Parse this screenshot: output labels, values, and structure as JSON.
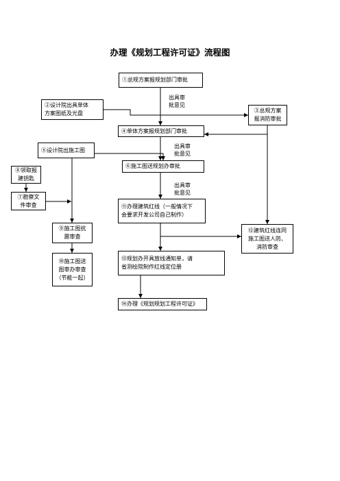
{
  "title": "办理《规划工程许可证》流程图",
  "nodes": {
    "n1": "①总规方案报规划部门审批",
    "n2": "②设计院出具单体\n方案图纸及光盘",
    "n3": "③总规方案\n报消防审批",
    "n4": "④单体方案报规划部门审批",
    "n5": "⑤设计院出施工图",
    "n6": "⑥施工图送规划办审批",
    "n7": "⑦勘察文\n件审查",
    "n8": "⑧领取报\n建钥匙",
    "n9": "⑨施工图抗\n震审查",
    "n10": "⑩施工图送\n图审办审查\n（节能一起）",
    "n11": "⑪办理建筑红线（一般情况下\n会要求开发公司自己制作）",
    "n12": "⑫建筑红线连同\n施工图送人防、\n消防审查",
    "n13": "⑬规划办开具放线通知单，请\n省测绘院制作红线定位册",
    "n14": "⑭办理《规划规划工程许可证》"
  },
  "notes": {
    "a": "出具审\n批意见",
    "b": "出具审\n批意见",
    "c": "出具审\n批意见"
  }
}
